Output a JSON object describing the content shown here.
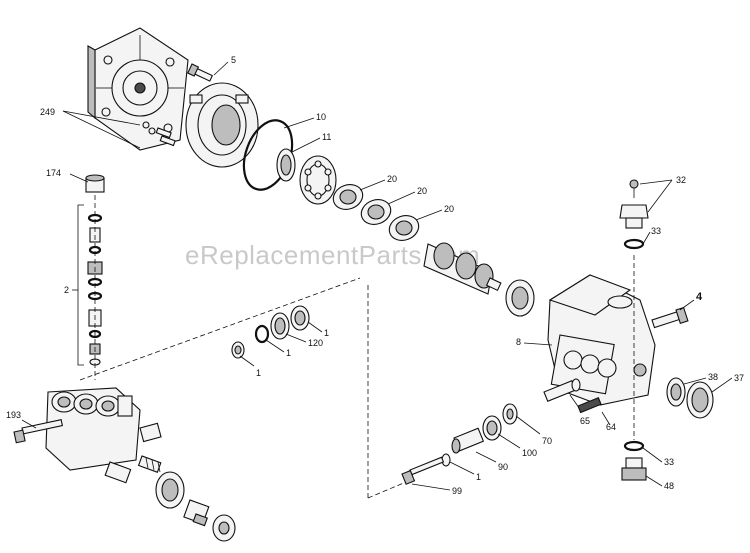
{
  "watermark": "eReplacementParts.com",
  "callouts": {
    "c249": "249",
    "c5": "5",
    "c10": "10",
    "c11": "11",
    "c20a": "20",
    "c20b": "20",
    "c20c": "20",
    "c174": "174",
    "c2": "2",
    "c1a": "1",
    "c120": "120",
    "c1b": "1",
    "c1c": "1",
    "c193": "193",
    "c32": "32",
    "c33a": "33",
    "c4": "4",
    "c8": "8",
    "c38": "38",
    "c37": "37",
    "c65": "65",
    "c64": "64",
    "c70": "70",
    "c100": "100",
    "c90": "90",
    "c1d": "1",
    "c99": "99",
    "c33b": "33",
    "c48": "48"
  }
}
